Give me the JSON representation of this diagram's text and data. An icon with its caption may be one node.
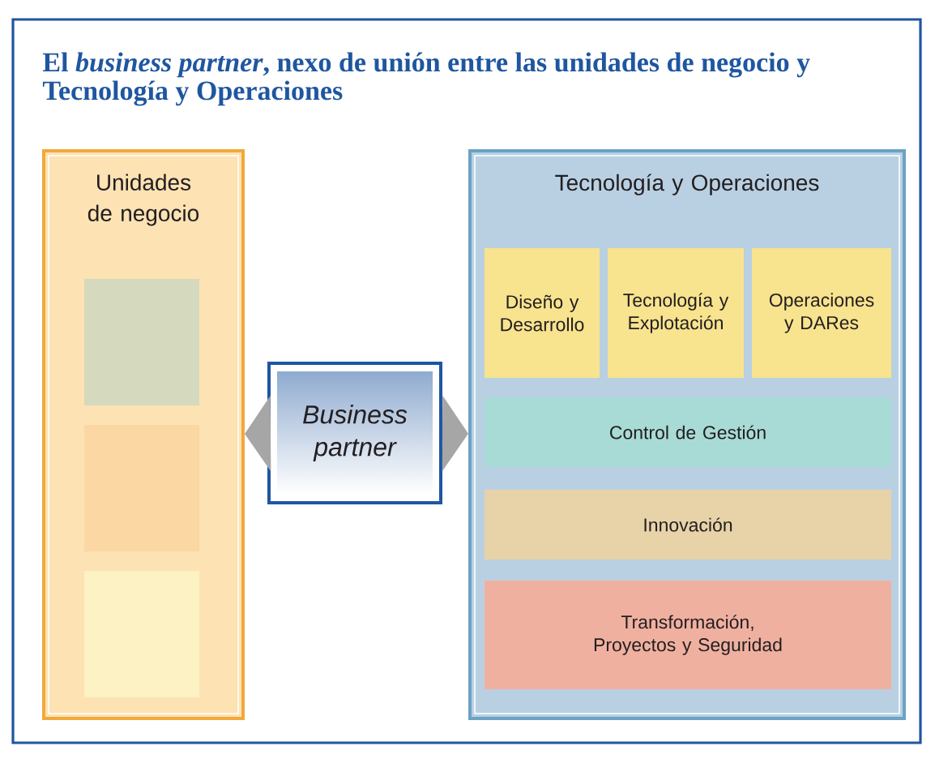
{
  "diagram": {
    "title": "El *business partner*, nexo de unión entre las unidades de negocio y Tecnología y Operaciones",
    "nodes": [
      {
        "text": [
          "Unidades de negocio"
        ]
      },
      {
        "text": [],
        "shape": "box",
        "in": 0
      },
      {
        "text": [],
        "shape": "box",
        "in": 0
      },
      {
        "text": [],
        "shape": "box",
        "in": 0
      },
      {
        "text": [
          "Business partner"
        ]
      },
      {
        "text": [
          "Tecnología y Operaciones"
        ]
      },
      {
        "text": [
          "Diseño y Desarrollo"
        ],
        "in": 5
      },
      {
        "text": [
          "Tecnología y Explotación"
        ],
        "in": 5
      },
      {
        "text": [
          "Operaciones y DARes"
        ],
        "in": 5
      },
      {
        "text": [
          "Control de Gestión"
        ],
        "in": 5
      },
      {
        "text": [
          "Innovación"
        ],
        "in": 5
      },
      {
        "text": [
          "Transformación, Proyectos y Seguridad"
        ],
        "in": 5
      }
    ],
    "edges": [
      {
        "from": 4,
        "to": 0,
        "arrow": "to"
      },
      {
        "from": 4,
        "to": 5,
        "arrow": "to"
      }
    ]
  }
}
